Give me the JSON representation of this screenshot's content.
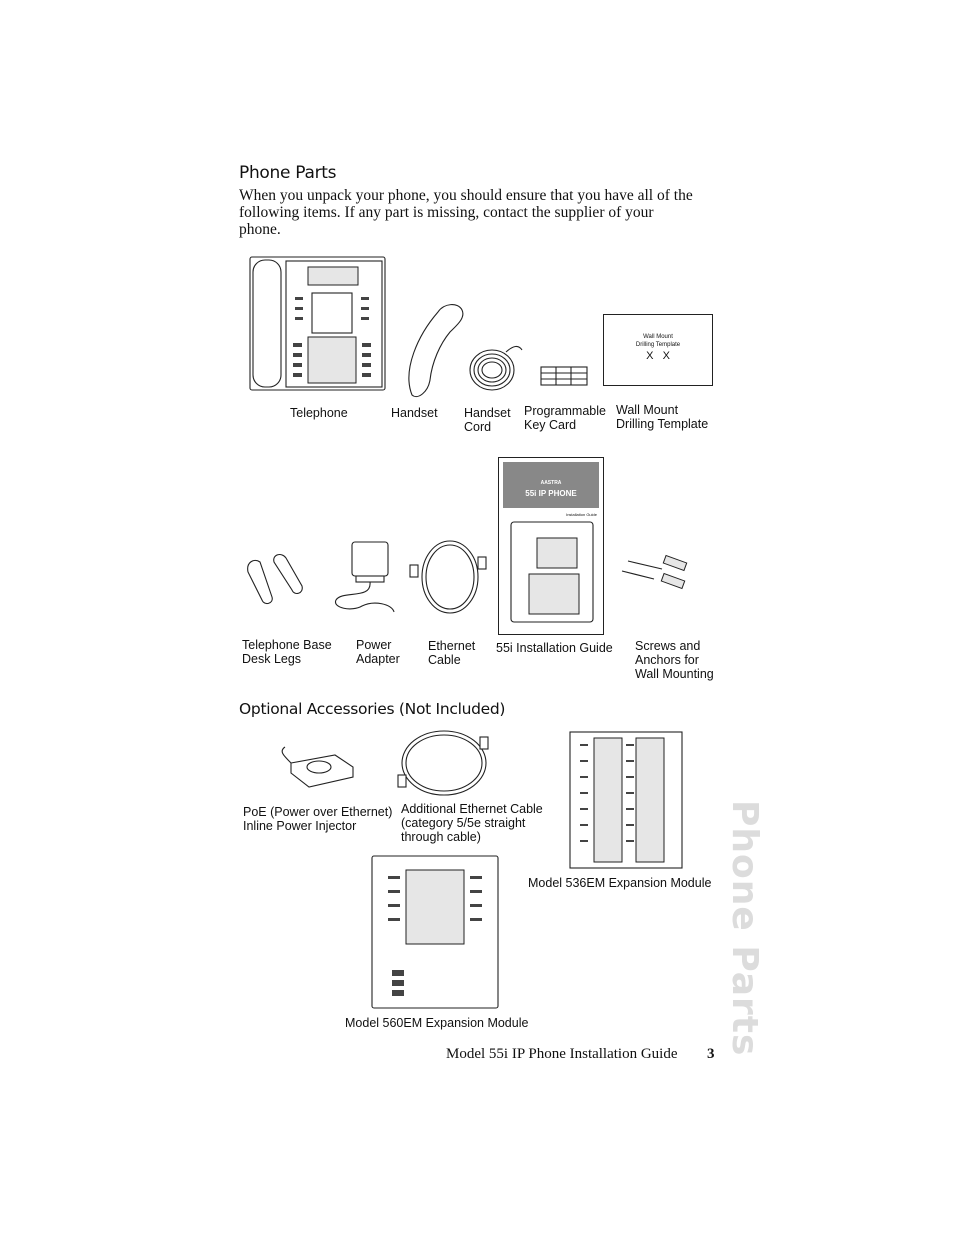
{
  "section": {
    "title": "Phone Parts",
    "intro": "When you unpack your phone, you should ensure that you have all of the following items. If any part is missing, contact the supplier of your phone."
  },
  "parts_row1": [
    {
      "label": "Telephone"
    },
    {
      "label": "Handset"
    },
    {
      "label": "Handset\nCord"
    },
    {
      "label": "Programmable\nKey Card"
    },
    {
      "label": "Wall Mount\nDrilling Template"
    }
  ],
  "template_card": {
    "title": "Wall Mount\nDrilling Template",
    "marks": "X   X"
  },
  "parts_row2": [
    {
      "label": "Telephone Base\nDesk Legs"
    },
    {
      "label": "Power\nAdapter"
    },
    {
      "label": "Ethernet\nCable"
    },
    {
      "label": "55i Installation Guide"
    },
    {
      "label": "Screws and\nAnchors for\nWall Mounting"
    }
  ],
  "guide_cover": {
    "brand": "AASTRA",
    "title": "55i IP PHONE",
    "subtitle": "Installation Guide"
  },
  "optional": {
    "title": "Optional Accessories (Not Included)",
    "items": [
      {
        "label": "PoE (Power over Ethernet)\nInline Power Injector"
      },
      {
        "label": "Additional Ethernet Cable\n(category 5/5e straight\nthrough cable)"
      },
      {
        "label": "Model 536EM Expansion Module"
      },
      {
        "label": "Model 560EM Expansion Module"
      }
    ]
  },
  "footer": {
    "title": "Model 55i IP Phone Installation Guide",
    "page": "3"
  },
  "side_tab": "Phone Parts"
}
